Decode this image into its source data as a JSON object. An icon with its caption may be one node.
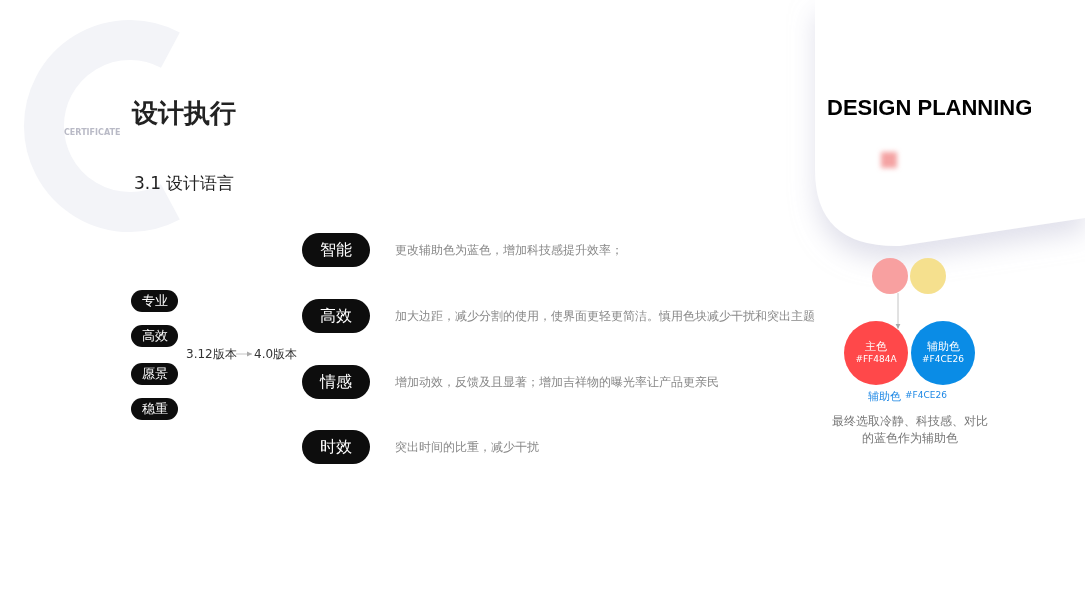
{
  "diagram": {
    "title": "设计执行",
    "nodes": [
      {
        "text": [
          "专业"
        ]
      },
      {
        "text": [
          "高效"
        ]
      },
      {
        "text": [
          "愿景"
        ]
      },
      {
        "text": [
          "稳重"
        ]
      },
      {
        "text": [
          "3.12版本"
        ]
      },
      {
        "text": [
          "4.0版本"
        ]
      },
      {
        "text": [
          "智能"
        ],
        "beside": [
          "更改辅助色为蓝色，增加科技感提升效率；"
        ]
      },
      {
        "text": [
          "高效"
        ],
        "beside": [
          "加大边距，减少分割的使用，使界面更轻更简洁。慎用色块减少干扰和突出主题"
        ]
      },
      {
        "text": [
          "情感"
        ],
        "beside": [
          "增加动效，反馈及且显著；增加吉祥物的曝光率让产品更亲民"
        ]
      },
      {
        "text": [
          "时效"
        ],
        "beside": [
          "突出时间的比重，减少干扰"
        ]
      },
      {
        "text": [],
        "shape": "circle"
      },
      {
        "text": [],
        "shape": "circle"
      },
      {
        "text": [
          "主色",
          "#FF484A"
        ]
      },
      {
        "text": [
          "辅助色",
          "#F4CE26"
        ]
      }
    ],
    "edges": [
      {
        "from": 4,
        "to": 5,
        "arrow": "to"
      },
      {
        "from": 10,
        "to": 12,
        "arrow": "to"
      }
    ],
    "labels": [
      "CERTIFICATE",
      "3.1 设计语言",
      "DESIGN PLANNING",
      "辅助色",
      "#F4CE26",
      "最终选取冷静、科技感、对比的蓝色作为辅助色"
    ]
  }
}
